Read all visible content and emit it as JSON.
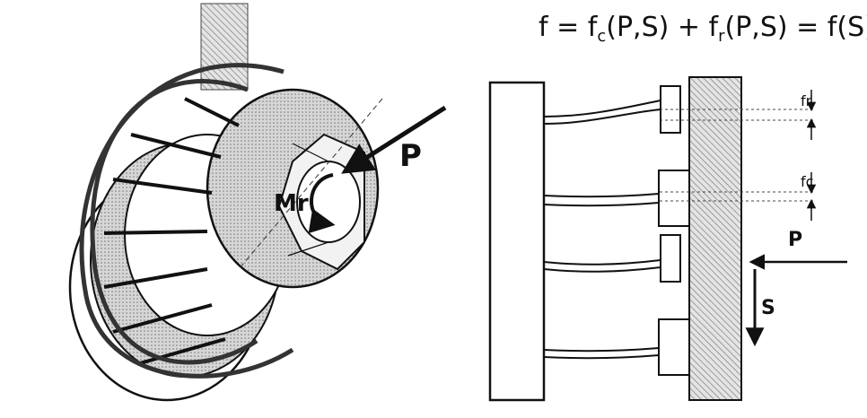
{
  "formula": {
    "prefix": "f = f",
    "sub_c": "c",
    "mid": "(P,S) + f",
    "sub_r": "r",
    "suffix": "(P,S) = f(S)"
  },
  "labels": {
    "force": "P",
    "moment": "Mr",
    "force_right": "P",
    "slide": "S",
    "dim_top": "fr",
    "dim_mid": "fc"
  },
  "colors": {
    "ink": "#111111",
    "hatch": "#888888",
    "paper": "#ffffff"
  }
}
